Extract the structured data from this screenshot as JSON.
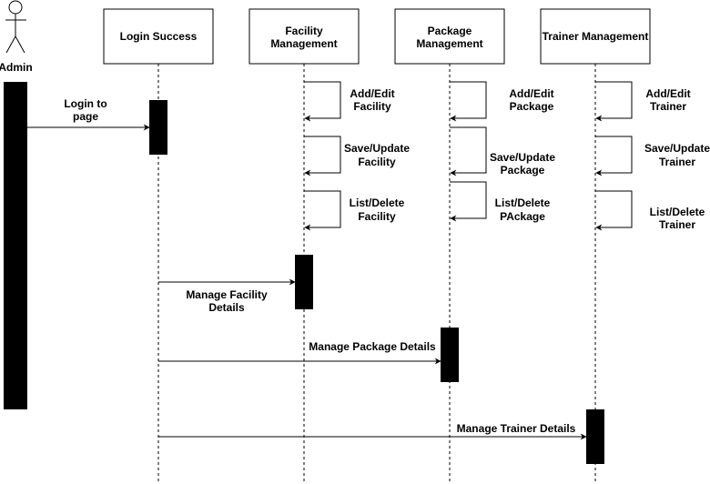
{
  "actor": {
    "label": "Admin",
    "icon": "stick-figure-actor-icon"
  },
  "participants": [
    {
      "id": "login",
      "lines": [
        "Login Success"
      ]
    },
    {
      "id": "facility",
      "lines": [
        "Facility",
        "Management"
      ]
    },
    {
      "id": "package",
      "lines": [
        "Package",
        "Management"
      ]
    },
    {
      "id": "trainer",
      "lines": [
        "Trainer Management"
      ]
    }
  ],
  "messages": {
    "login_to_page": [
      "Login to",
      "page"
    ],
    "manage_facility": [
      "Manage Facility",
      "Details"
    ],
    "manage_package": [
      "Manage Package Details"
    ],
    "manage_trainer": [
      "Manage Trainer Details"
    ]
  },
  "self_messages": {
    "facility": [
      [
        "Add/Edit",
        "Facility"
      ],
      [
        "Save/Update",
        "Facility"
      ],
      [
        "List/Delete",
        "Facility"
      ]
    ],
    "package": [
      [
        "Add/Edit",
        "Package"
      ],
      [
        "Save/Update",
        "Package"
      ],
      [
        "List/Delete",
        "PAckage"
      ]
    ],
    "trainer": [
      [
        "Add/Edit",
        "Trainer"
      ],
      [
        "Save/Update",
        "Trainer"
      ],
      [
        "List/Delete",
        "Trainer"
      ]
    ]
  }
}
